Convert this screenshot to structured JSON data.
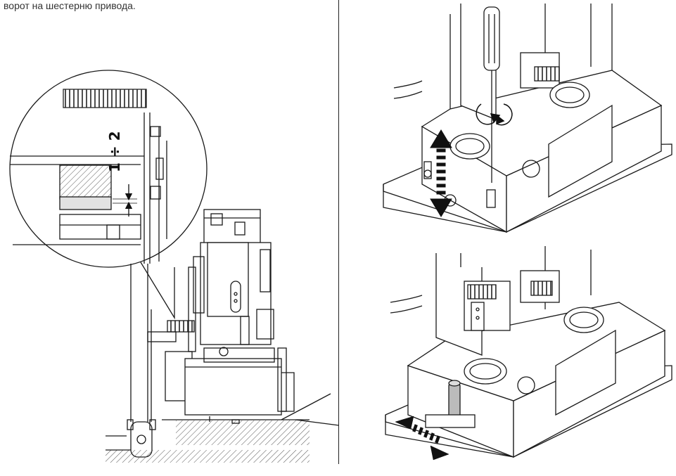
{
  "page": {
    "caption": "ворот на шестерню привода.",
    "gap_label": "1 ÷ 2"
  },
  "colors": {
    "line": "#1a1a1a",
    "hatch": "#555555",
    "highlight": "#e2e2e2"
  },
  "icons": [
    "rack-drawing",
    "gear-motor-drawing",
    "detail-magnifier",
    "screwdriver-icon",
    "rotation-arrows-icon",
    "vertical-adjust-arrow-icon",
    "horizontal-slide-arrow-icon"
  ]
}
